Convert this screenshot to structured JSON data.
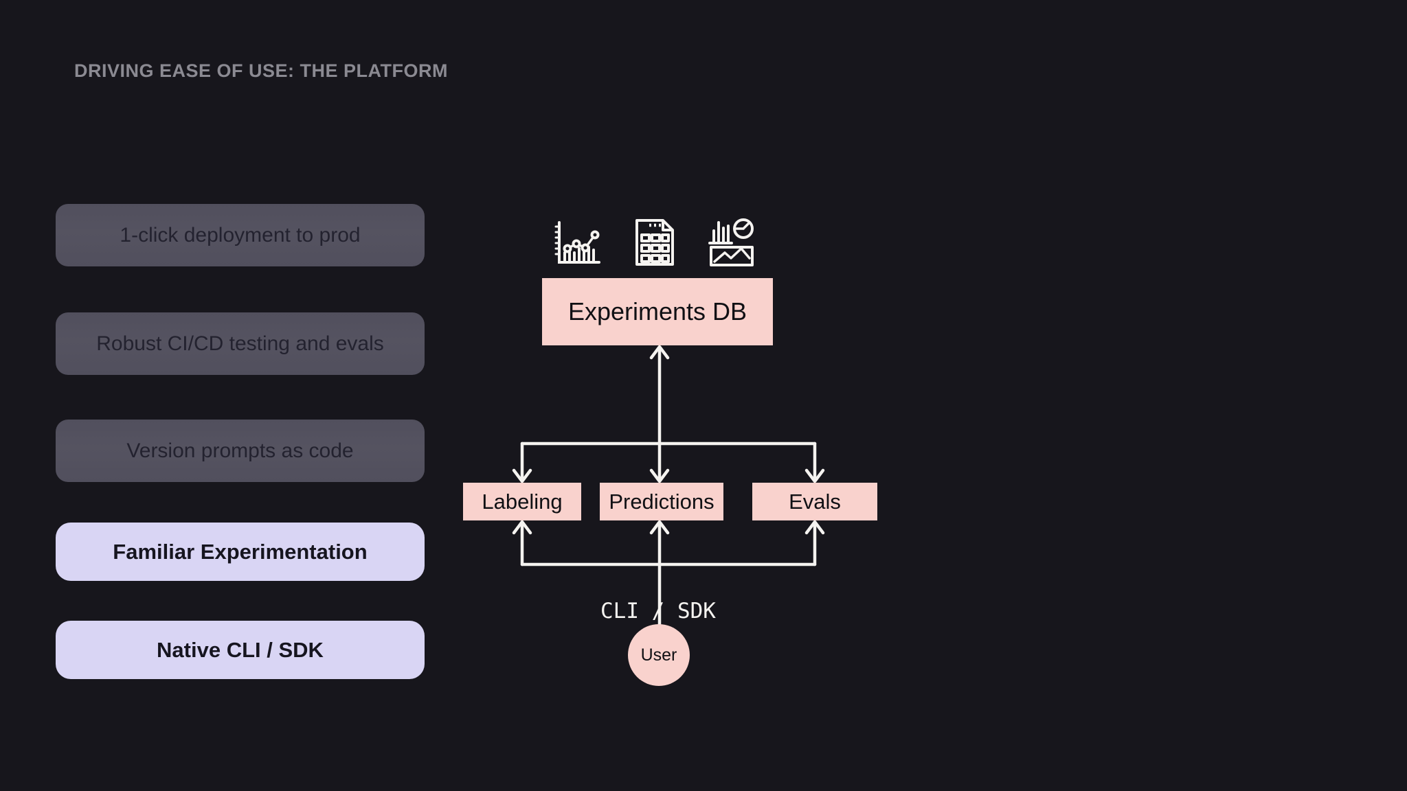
{
  "slide": {
    "title": "DRIVING EASE OF USE: THE PLATFORM"
  },
  "feature_pills": [
    {
      "label": "1-click deployment to prod",
      "emphasis": "muted"
    },
    {
      "label": "Robust CI/CD testing and evals",
      "emphasis": "muted"
    },
    {
      "label": "Version prompts as code",
      "emphasis": "muted"
    },
    {
      "label": "Familiar Experimentation",
      "emphasis": "highlight"
    },
    {
      "label": "Native CLI / SDK",
      "emphasis": "highlight"
    }
  ],
  "diagram": {
    "icons": [
      {
        "name": "combo-chart-icon"
      },
      {
        "name": "spreadsheet-report-icon"
      },
      {
        "name": "dashboard-charts-icon"
      }
    ],
    "db_label": "Experiments DB",
    "nodes": [
      "Labeling",
      "Predictions",
      "Evals"
    ],
    "connector_label": "CLI / SDK",
    "user_label": "User"
  },
  "colors": {
    "bg": "#17161c",
    "title": "#8b8a92",
    "pill-muted-bg": "#514f5d",
    "pill-muted-text": "#23222f",
    "pill-highlight-bg": "#d9d5f4",
    "pill-highlight-text": "#16151f",
    "node-pink": "#f9d2cd",
    "node-text": "#101014",
    "line": "#f5f3f0"
  }
}
